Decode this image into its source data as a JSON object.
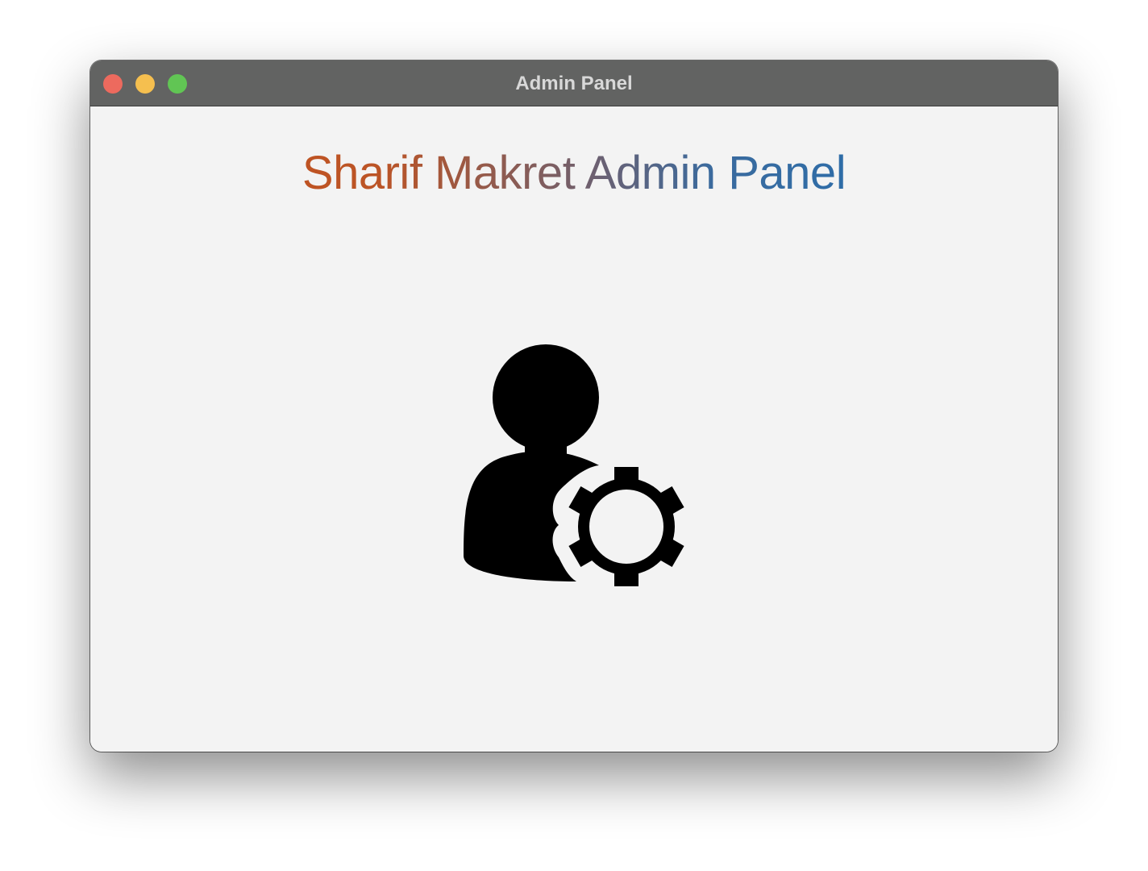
{
  "window": {
    "title": "Admin Panel",
    "controls": [
      "close",
      "minimize",
      "maximize"
    ]
  },
  "main": {
    "heading": "Sharif Makret Admin Panel",
    "heading_colors": [
      "#c8511a",
      "#1a71b8"
    ],
    "icon": "admin-user-gear-icon"
  }
}
